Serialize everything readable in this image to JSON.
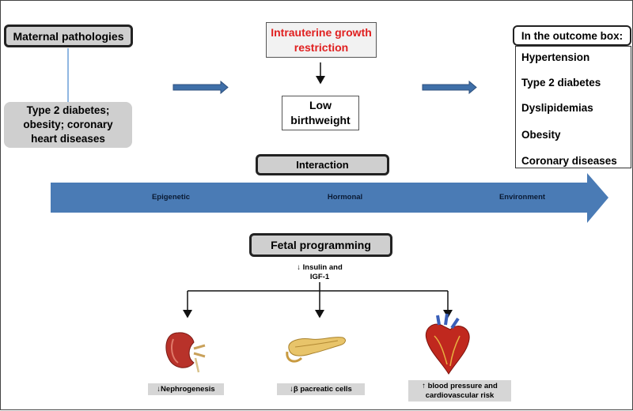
{
  "maternal": {
    "title": "Maternal pathologies",
    "conditions": "Type 2 diabetes; obesity; coronary heart diseases"
  },
  "iugr": {
    "title": "Intrauterine growth restriction",
    "result": "Low birthweight"
  },
  "outcome": {
    "title": "In the outcome box:",
    "items": [
      "Hypertension",
      "Type 2 diabetes",
      "Dyslipidemias",
      "Obesity",
      "Coronary diseases"
    ]
  },
  "interaction": {
    "title": "Interaction",
    "factors": [
      "Epigenetic",
      "Hormonal",
      "Environment"
    ]
  },
  "programming": {
    "title": "Fetal programming",
    "mediator": "↓ Insulin and IGF-1",
    "effects": [
      "↓Nephrogenesis",
      "↓β pacreatic cells",
      "↑ blood pressure and cardiovascular risk"
    ]
  },
  "colors": {
    "band": "#4a7bb5",
    "arrow": "#3f6fa8",
    "highlight": "#e02020",
    "pill": "#cfcfcf"
  }
}
